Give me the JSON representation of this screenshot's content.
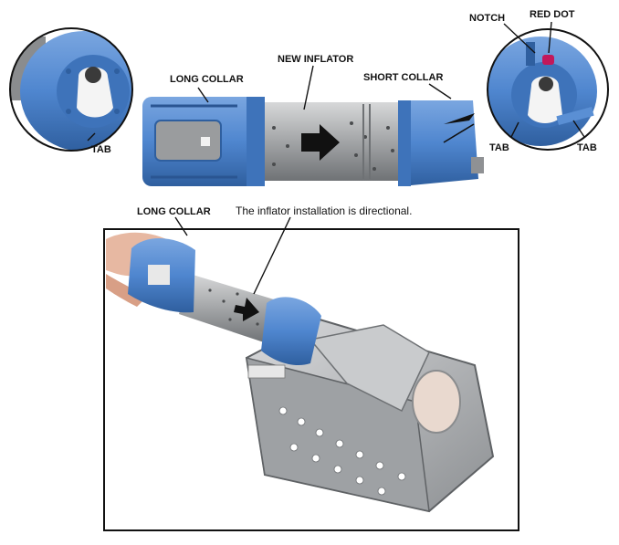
{
  "labels": {
    "long_collar_top": "LONG COLLAR",
    "new_inflator": "NEW INFLATOR",
    "short_collar": "SHORT COLLAR",
    "notch": "NOTCH",
    "red_dot": "RED DOT",
    "tab_left": "TAB",
    "tab_right_1": "TAB",
    "tab_right_2": "TAB",
    "long_collar_bottom": "LONG COLLAR",
    "caption": "The inflator installation is directional."
  },
  "colors": {
    "collar_blue": "#4f86cf",
    "collar_blue_dark": "#2f5f9f",
    "metal": "#a9abad",
    "metal_dark": "#6e7174",
    "red_dot": "#c2185b",
    "arrow": "#111111"
  }
}
